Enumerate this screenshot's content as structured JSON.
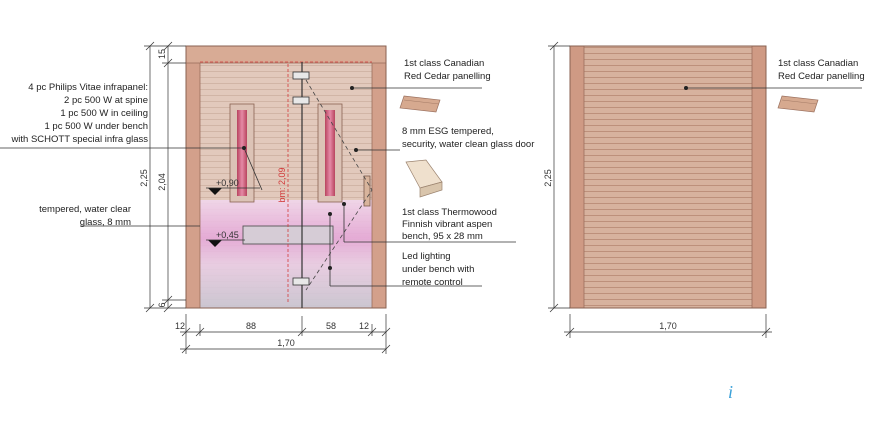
{
  "front": {
    "callouts": {
      "infrapanel": [
        "4 pc Philips Vitae infrapanel:",
        "2 pc 500 W at spine",
        "1 pc 500 W in ceiling",
        "1 pc 500 W under bench",
        "with SCHOTT special infra glass"
      ],
      "glass": [
        "tempered, water clear",
        "glass, 8 mm"
      ],
      "cedar": [
        "1st class Canadian",
        "Red Cedar panelling"
      ],
      "door": [
        "8 mm ESG tempered,",
        "security, water clean glass door"
      ],
      "bench": [
        "1st class Thermowood",
        "Finnish vibrant aspen",
        "bench, 95 x 28 mm"
      ],
      "led": [
        "Led lighting",
        "under bench with",
        "remote control"
      ]
    },
    "levels": {
      "upper": "+0,90",
      "lower": "+0,45"
    },
    "dims": {
      "top": "15",
      "bottom": "6",
      "overall_height": "2,25",
      "inner_height": "2,04",
      "clear_height": "bm: 2,09",
      "widths": [
        "12",
        "88",
        "58",
        "12"
      ],
      "overall_width": "1,70"
    }
  },
  "back": {
    "callout": [
      "1st class Canadian",
      "Red Cedar panelling"
    ],
    "dims": {
      "height": "2,25",
      "width": "1,70"
    }
  },
  "stray_mark": "i",
  "colors": {
    "cedar": "#d9ab94",
    "frame": "#c98e78",
    "bench_glow": "#e0a9d6",
    "glass": "#c9c7d4",
    "lamp": "#d35a84",
    "red_dim": "#d23b3b"
  }
}
